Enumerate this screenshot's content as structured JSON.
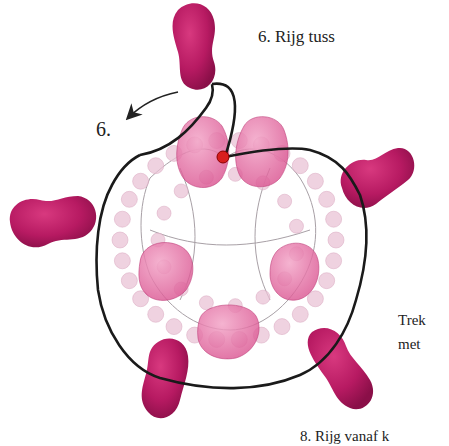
{
  "diagram": {
    "labels": [
      "6. Rijg tuss",
      "6.",
      "Trek",
      "met",
      "8. Rijg vanaf k"
    ]
  }
}
